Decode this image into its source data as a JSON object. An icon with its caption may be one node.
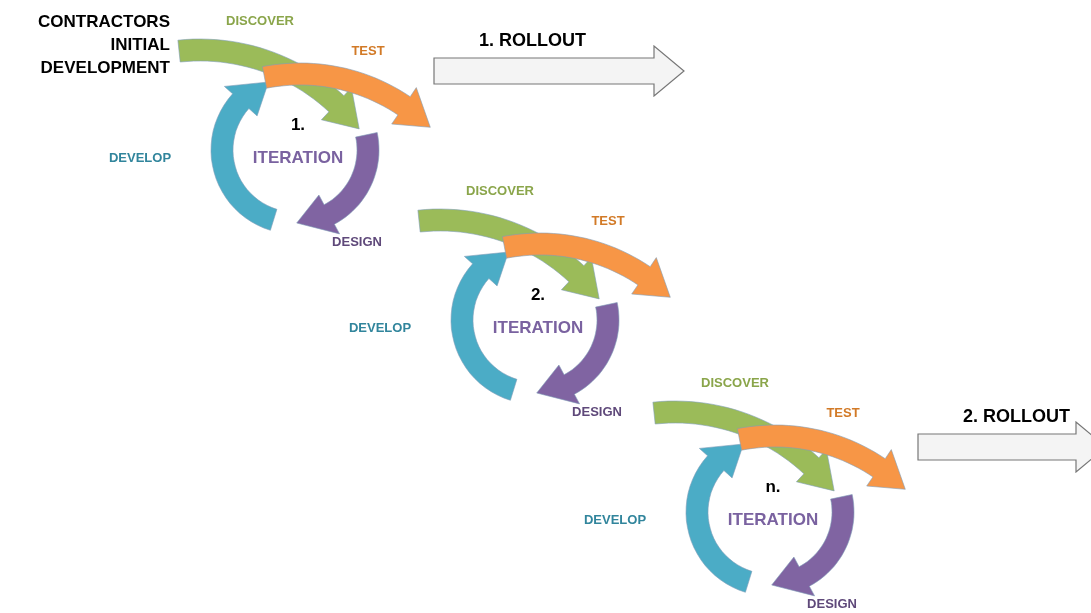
{
  "diagram": {
    "nodes": [
      {
        "text": [
          "1.",
          "ITERATION"
        ]
      },
      {
        "text": [
          "1. ROLLOUT"
        ]
      },
      {
        "text": [
          "2.",
          "ITERATION"
        ]
      },
      {
        "text": [
          "n.",
          "ITERATION"
        ]
      },
      {
        "text": [
          "2. ROLLOUT"
        ]
      }
    ],
    "labels": [
      "CONTRACTORS INITIAL DEVELOPMENT",
      "DISCOVER",
      "TEST",
      "DEVELOP",
      "DESIGN",
      "DISCOVER",
      "TEST",
      "DEVELOP",
      "DESIGN",
      "DISCOVER",
      "TEST",
      "DEVELOP",
      "DESIGN"
    ]
  }
}
